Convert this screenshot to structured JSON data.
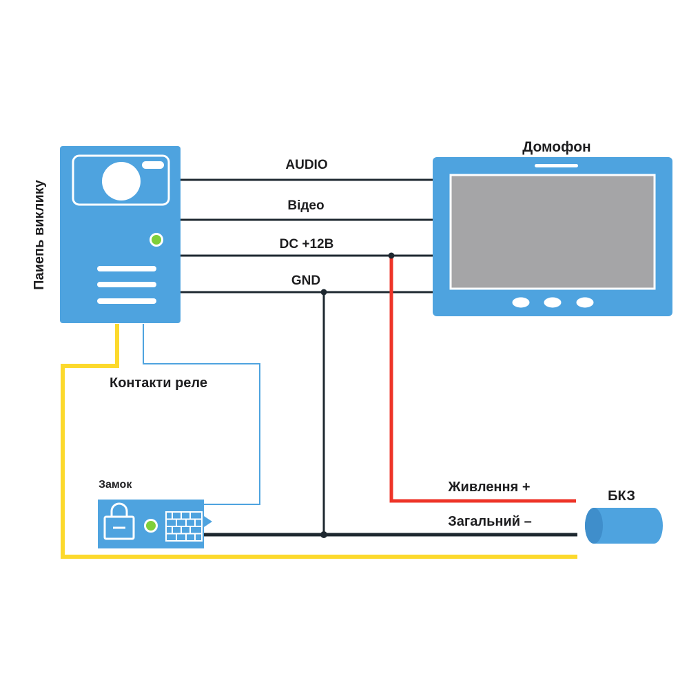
{
  "diagram": {
    "call_panel": {
      "label": "Паиепь виклику"
    },
    "monitor": {
      "label": "Домофон"
    },
    "wires": {
      "audio": "AUDIO",
      "video": "Відео",
      "dc": "DC +12В",
      "gnd": "GND"
    },
    "relay_label": "Контакти реле",
    "lock": {
      "label": "Замок"
    },
    "psu": {
      "label": "БКЗ",
      "power_plus": "Живлення +",
      "common_minus": "Загальний –"
    }
  },
  "colors": {
    "device_blue": "#4ea3df",
    "screen_gray": "#a5a5a7",
    "wire_dark": "#1e2830",
    "wire_red": "#ee3428",
    "wire_yellow": "#fcd92c",
    "wire_blue": "#4ea3df",
    "indicator_green": "#7fcf3a"
  },
  "icons": [
    "camera-lens-icon",
    "padlock-icon",
    "brick-wall-icon",
    "arrow-right-icon"
  ]
}
